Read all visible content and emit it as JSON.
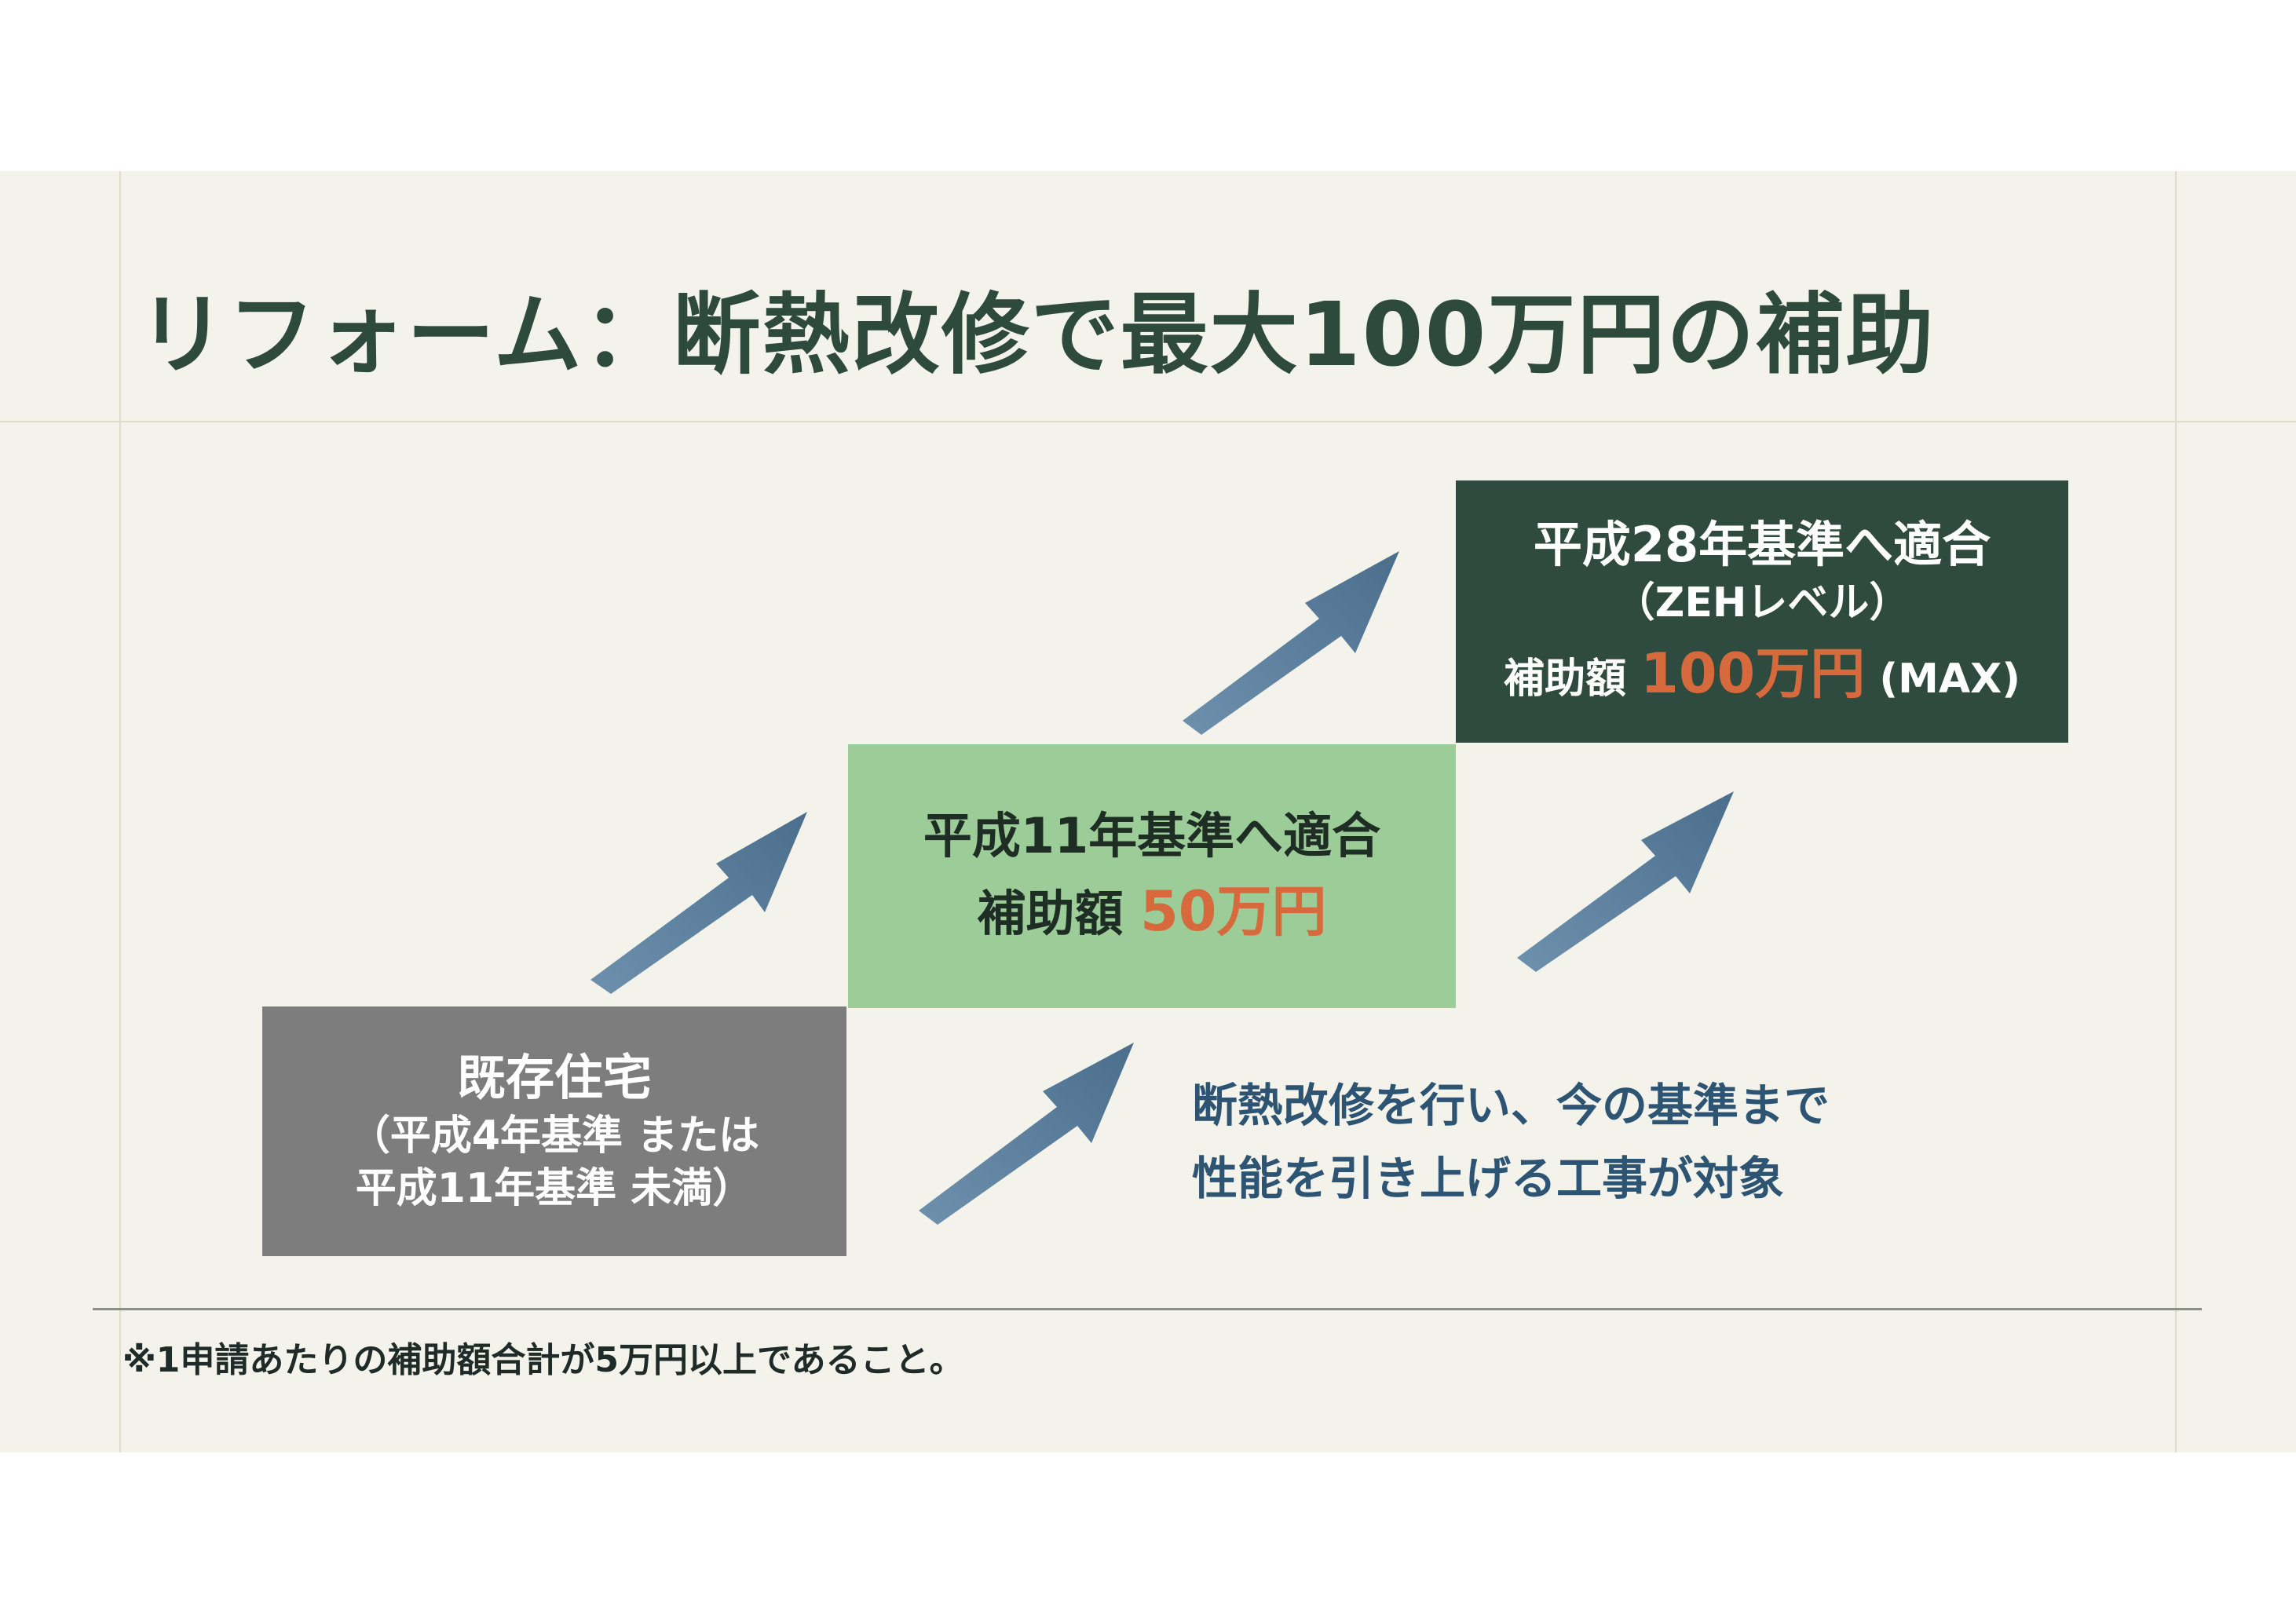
{
  "title": "リフォーム：断熱改修で最大100万円の補助",
  "steps": [
    {
      "line1": "既存住宅",
      "line2": "（平成4年基準 または",
      "line3": "平成11年基準 未満）"
    },
    {
      "line1": "平成11年基準へ適合",
      "amount_label": "補助額",
      "amount": "50万円"
    },
    {
      "line1": "平成28年基準へ適合",
      "line2": "（ZEHレベル）",
      "amount_label": "補助額",
      "amount": "100万円",
      "amount_suffix": "(MAX)"
    }
  ],
  "note": {
    "line1": "断熱改修を行い、今の基準まで",
    "line2": "性能を引き上げる工事が対象"
  },
  "footnote": "※1申請あたりの補助額合計が5万円以上であること。",
  "colors": {
    "title": "#2e4a3d",
    "existing_box": "#7d7d7d",
    "h11_box": "#9ccd99",
    "h28_box": "#2f4a3f",
    "amount": "#d66a3c",
    "arrow": "#5b7f9c",
    "note": "#2d5573"
  },
  "icons": [
    "arrow-up-right-icon"
  ]
}
